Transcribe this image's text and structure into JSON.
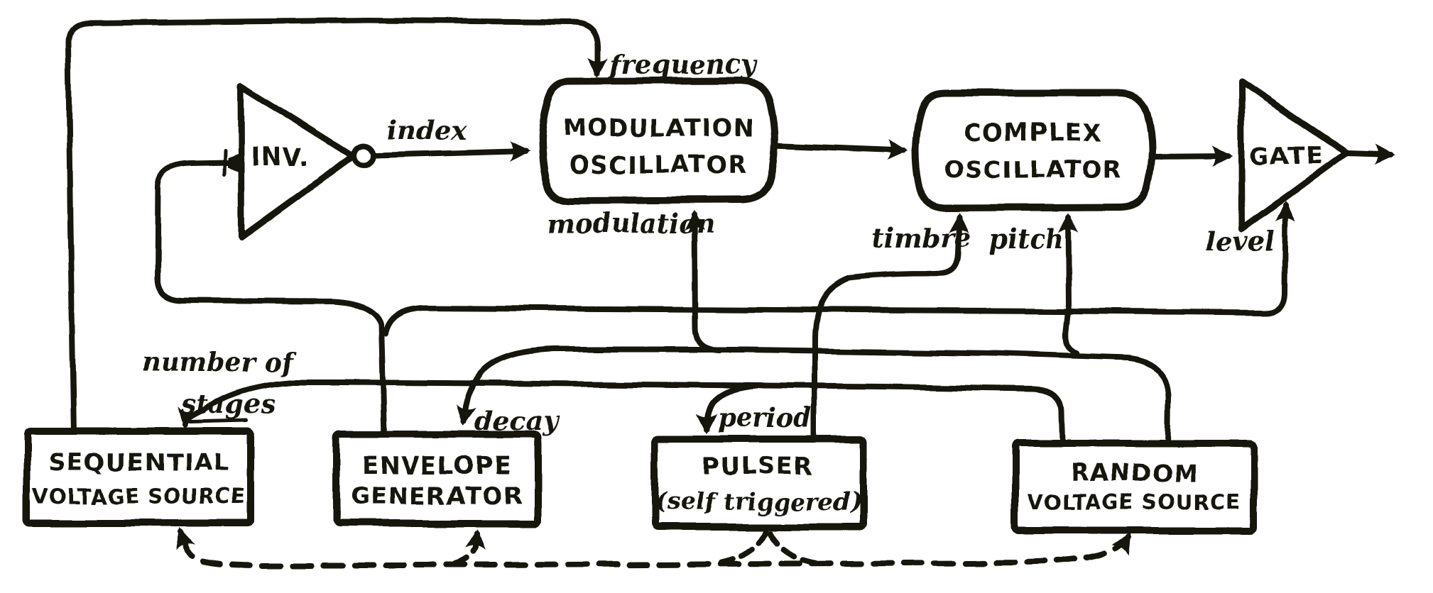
{
  "colors": {
    "ink": "#17130d",
    "paper": "#ffffff"
  },
  "modules": {
    "inverter": {
      "label": "INV."
    },
    "modulation_oscillator": {
      "line1": "MODULATION",
      "line2": "OSCILLATOR"
    },
    "complex_oscillator": {
      "line1": "COMPLEX",
      "line2": "OSCILLATOR"
    },
    "gate": {
      "label": "GATE"
    },
    "sequential_voltage_source": {
      "line1": "SEQUENTIAL",
      "line2": "VOLTAGE SOURCE"
    },
    "envelope_generator": {
      "line1": "ENVELOPE",
      "line2": "GENERATOR"
    },
    "pulser": {
      "line1": "PULSER",
      "line2": "(self triggered)"
    },
    "random_voltage_source": {
      "line1": "RANDOM",
      "line2": "VOLTAGE SOURCE"
    }
  },
  "signal_labels": {
    "frequency": "frequency",
    "index": "index",
    "modulation": "modulation",
    "timbre": "timbre",
    "pitch": "pitch",
    "level": "level",
    "number_of_stages_line1": "number of",
    "number_of_stages_line2": "stages",
    "decay": "decay",
    "period": "period"
  }
}
